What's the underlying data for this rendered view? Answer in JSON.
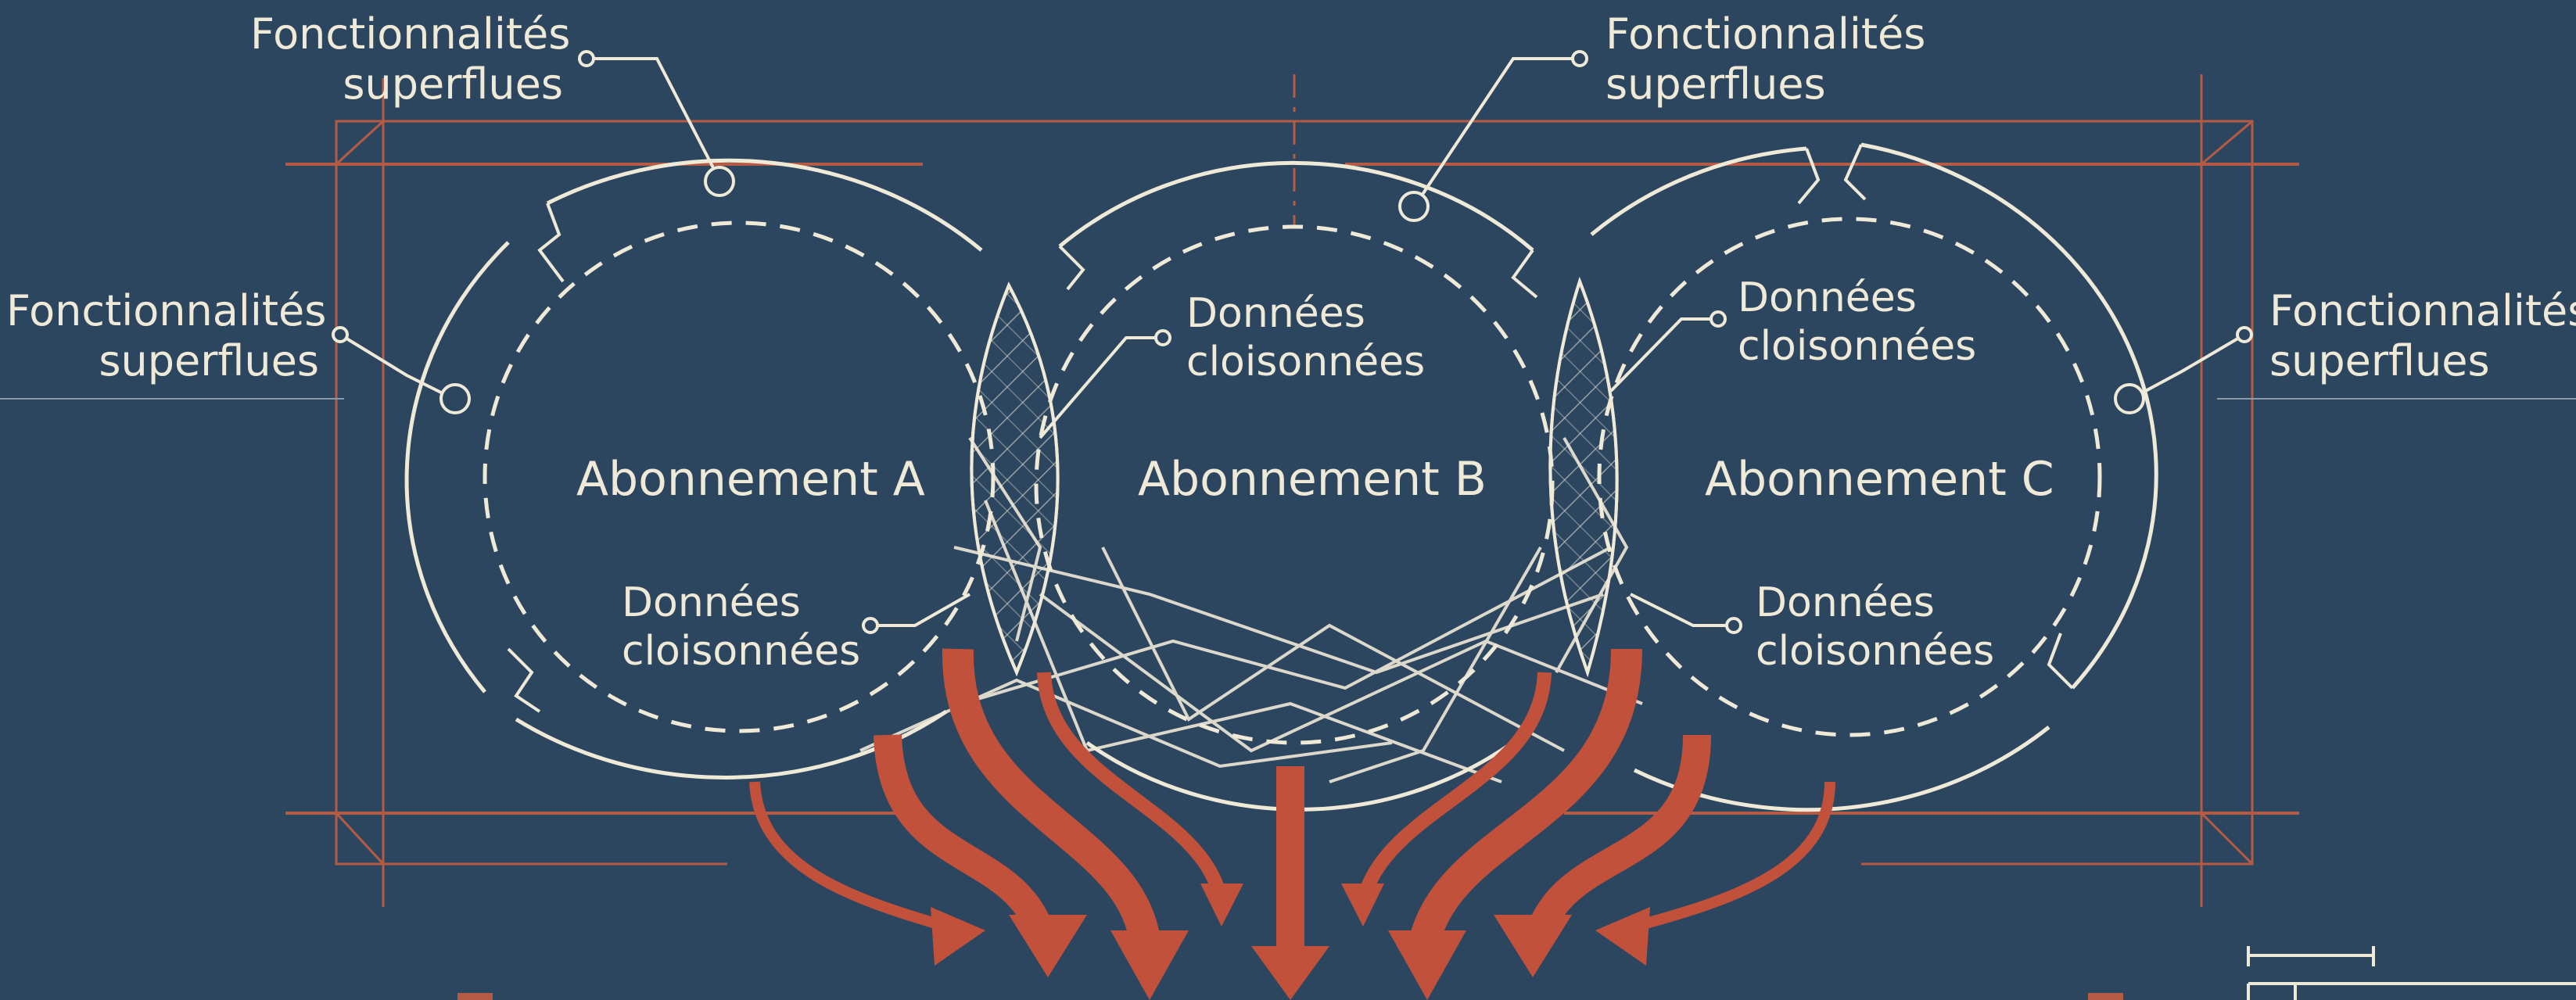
{
  "palette": {
    "background": "#2d4660",
    "line": "#efe9d8",
    "accent": "#c1513b",
    "guide": "#b65b43"
  },
  "circles": [
    {
      "name": "Abonnement A"
    },
    {
      "name": "Abonnement B"
    },
    {
      "name": "Abonnement C"
    }
  ],
  "annotations": {
    "superfluous_1": {
      "line1": "Fonctionnalités",
      "line2": "superflues"
    },
    "superfluous_2": {
      "line1": "Fonctionnalités",
      "line2": "superflues"
    },
    "superfluous_3": {
      "line1": "Fonctionnalités",
      "line2": "superflues"
    },
    "superfluous_4": {
      "line1": "Fonctionnalités",
      "line2": "superflues"
    },
    "siloed_1": {
      "line1": "Données",
      "line2": "cloisonnées"
    },
    "siloed_2": {
      "line1": "Données",
      "line2": "cloisonnées"
    },
    "siloed_3": {
      "line1": "Données",
      "line2": "cloisonnées"
    },
    "siloed_4": {
      "line1": "Données",
      "line2": "cloisonnées"
    }
  },
  "icons": [
    "leak-arrow-icon",
    "dimension-marker-icon"
  ]
}
